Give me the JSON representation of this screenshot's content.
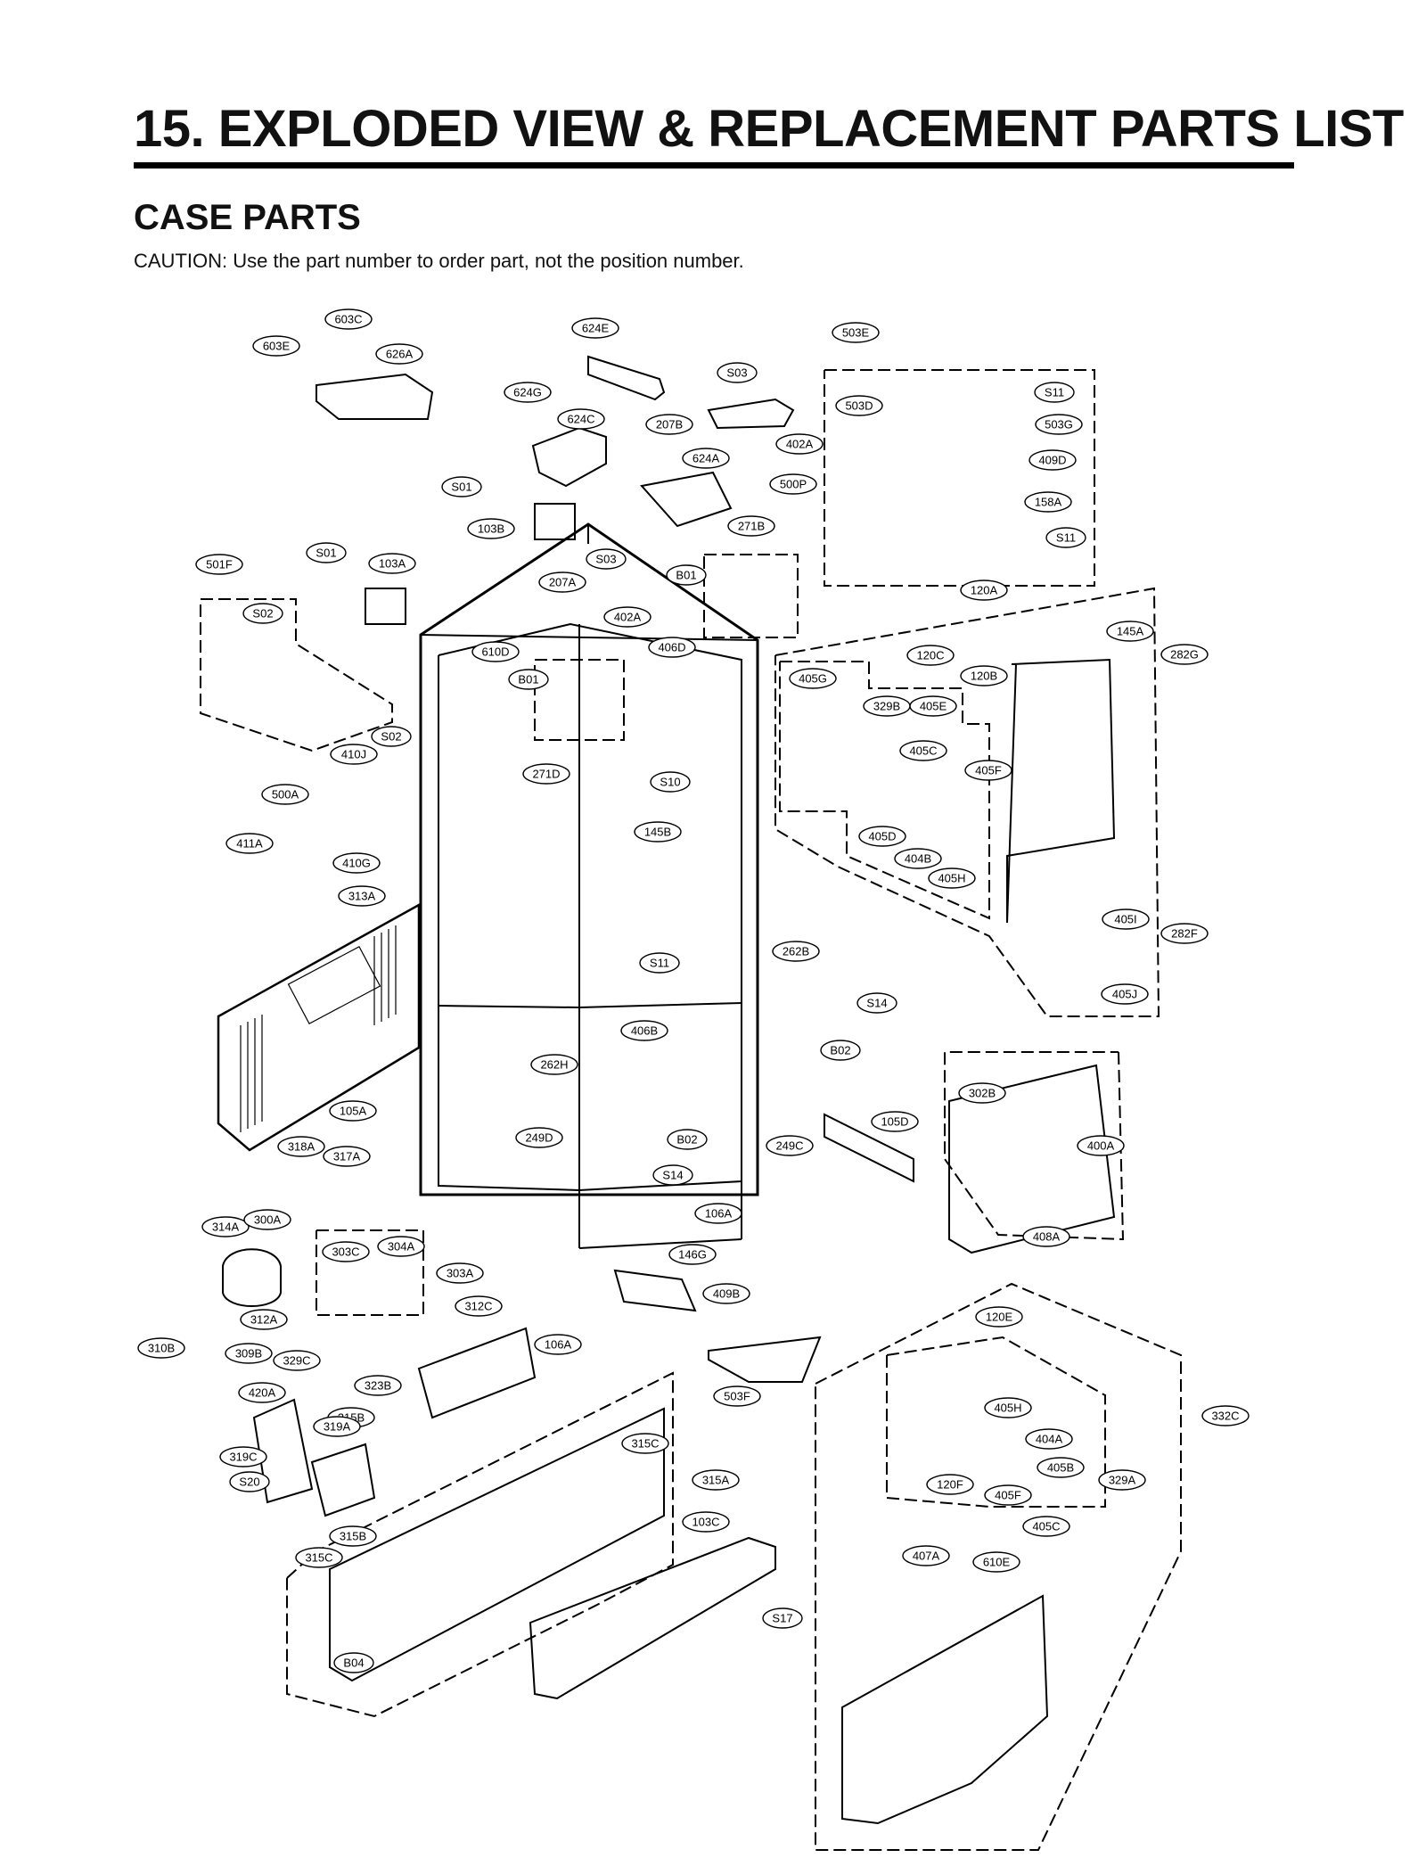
{
  "header": {
    "title": "15. EXPLODED VIEW & REPLACEMENT PARTS LIST",
    "subtitle": "CASE PARTS",
    "caution": "CAUTION: Use the part number to order part, not the position number."
  },
  "diagram": {
    "callouts": [
      "603C",
      "603E",
      "626A",
      "624E",
      "624G",
      "624C",
      "S03",
      "207B",
      "402A",
      "624A",
      "500P",
      "S01",
      "103B",
      "503E",
      "503D",
      "S11",
      "503G",
      "409D",
      "158A",
      "S11",
      "271B",
      "S01",
      "103A",
      "S03",
      "207A",
      "B01",
      "501F",
      "S02",
      "402A",
      "610D",
      "406D",
      "120A",
      "145A",
      "282G",
      "120C",
      "120B",
      "405G",
      "329B",
      "405E",
      "B01",
      "405C",
      "405F",
      "410J",
      "S02",
      "271D",
      "S10",
      "500A",
      "405D",
      "404B",
      "405H",
      "411A",
      "410G",
      "145B",
      "313A",
      "405I",
      "282F",
      "S11",
      "262B",
      "S14",
      "406B",
      "405J",
      "B02",
      "262H",
      "302B",
      "105D",
      "105A",
      "249D",
      "B02",
      "249C",
      "400A",
      "318A",
      "317A",
      "S14",
      "106A",
      "314A",
      "300A",
      "408A",
      "303C",
      "304A",
      "303A",
      "146G",
      "409B",
      "312A",
      "312C",
      "106A",
      "310B",
      "309B",
      "329C",
      "120E",
      "503F",
      "420A",
      "323B",
      "332C",
      "315B",
      "405H",
      "319A",
      "315C",
      "404A",
      "319C",
      "405B",
      "120F",
      "329A",
      "S20",
      "315A",
      "405F",
      "405C",
      "103C",
      "315B",
      "315C",
      "407A",
      "610E",
      "S17",
      "B04"
    ]
  }
}
